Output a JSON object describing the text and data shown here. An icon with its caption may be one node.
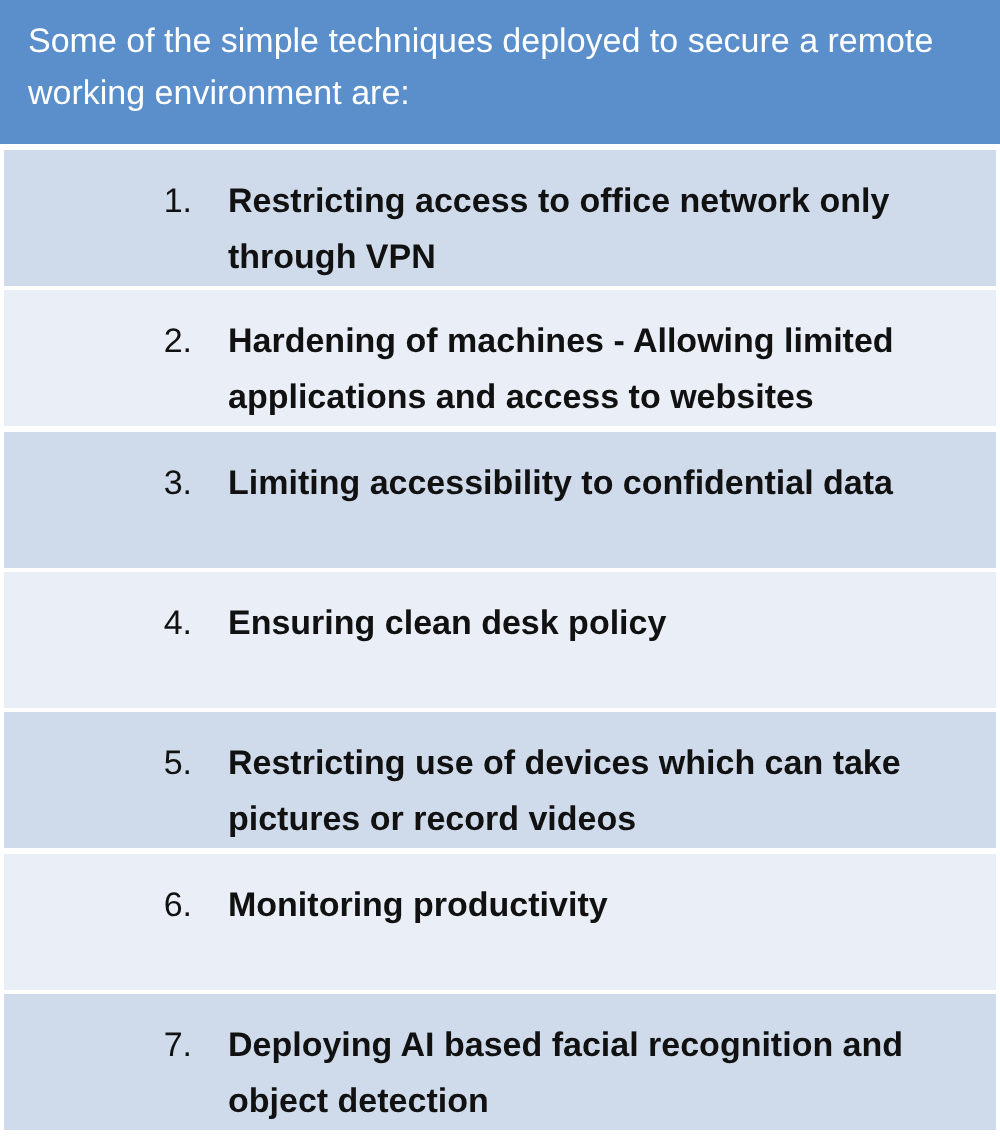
{
  "diagram": {
    "title": "Some of the simple techniques deployed to secure a remote working environment are:",
    "labels": [
      "1.",
      "Restricting access to office network only through VPN",
      "2.",
      "Hardening of machines - Allowing limited applications and access to websites",
      "3.",
      "Limiting accessibility to confidential data",
      "4.",
      "Ensuring clean desk policy",
      "5.",
      "Restricting use of devices which can take pictures or record videos",
      "6.",
      "Monitoring productivity",
      "7.",
      "Deploying AI based facial recognition and object detection"
    ]
  }
}
